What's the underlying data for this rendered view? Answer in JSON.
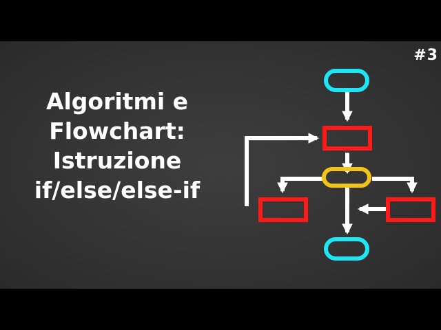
{
  "episode_label": "#3",
  "title_lines": [
    "Algoritmi e",
    "Flowchart:",
    "Istruzione",
    "if/else/else-if"
  ],
  "colors": {
    "background": "#333333",
    "terminal": "#1ee6f5",
    "process": "#ff1a1a",
    "decision": "#f2c318",
    "arrow": "#ffffff",
    "text": "#ffffff"
  },
  "icons": {
    "start-terminal": "rounded-rectangle",
    "end-terminal": "rounded-rectangle",
    "process-box": "rectangle",
    "decision-box": "rounded-rectangle"
  }
}
